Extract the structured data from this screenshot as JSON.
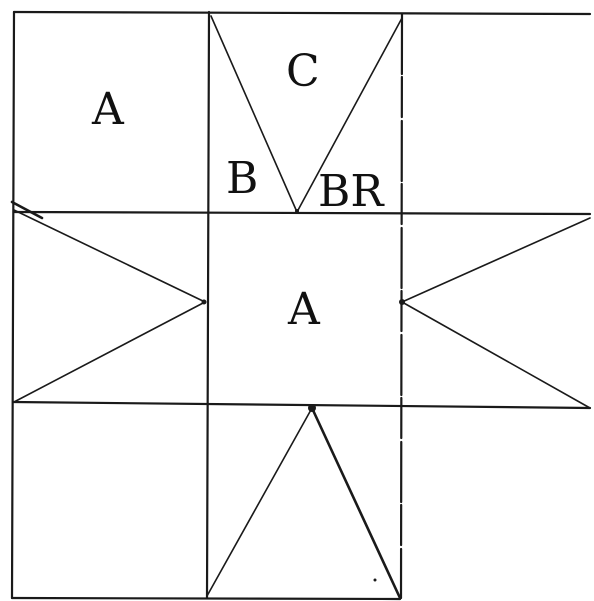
{
  "labels": {
    "corner_a": "A",
    "patch_c": "C",
    "patch_b": "B",
    "patch_br": "BR",
    "center_a": "A"
  },
  "colors": {
    "ink": "#1a1a1a",
    "background": "#ffffff"
  }
}
